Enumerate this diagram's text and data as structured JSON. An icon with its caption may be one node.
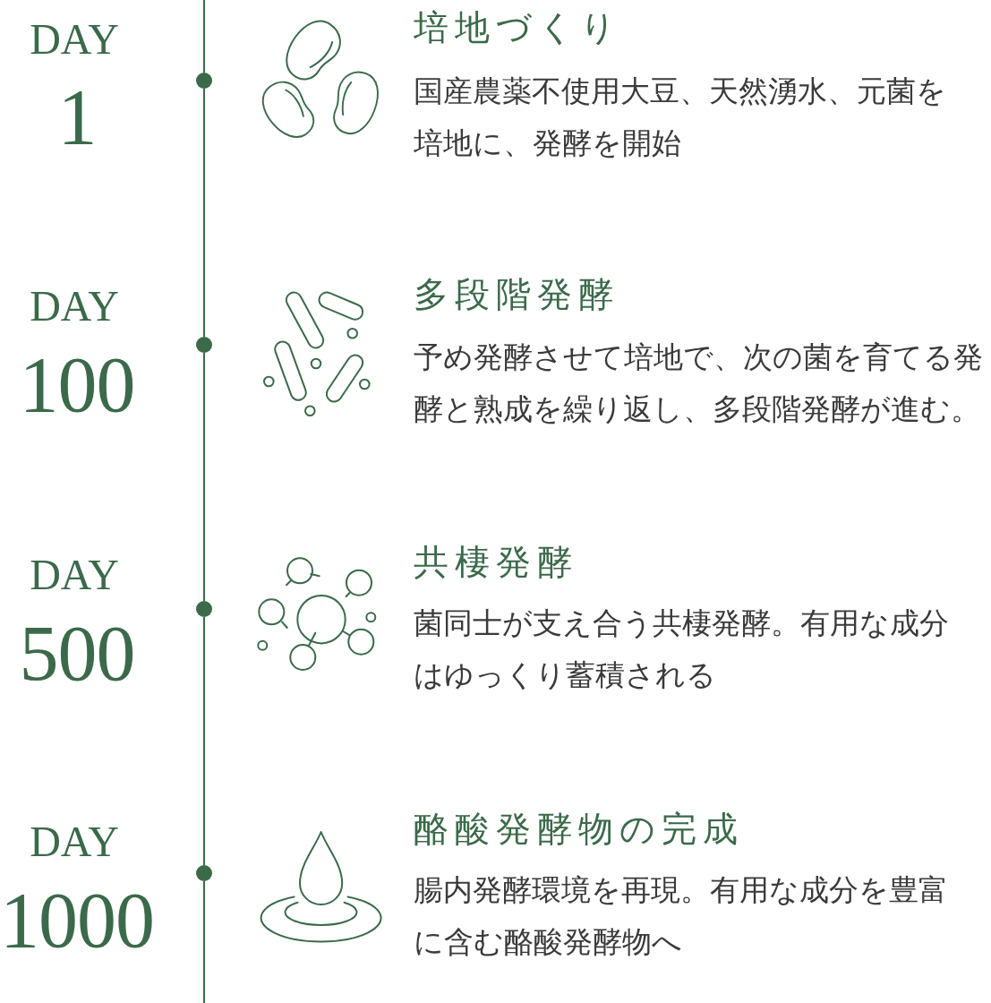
{
  "diagram": {
    "nodes": [
      {
        "text": [],
        "shape": "circle",
        "beside": [
          "DAY",
          "1"
        ]
      },
      {
        "text": [],
        "shape": "circle",
        "beside": [
          "DAY",
          "100"
        ]
      },
      {
        "text": [],
        "shape": "circle",
        "beside": [
          "DAY",
          "500"
        ]
      },
      {
        "text": [],
        "shape": "circle",
        "beside": [
          "DAY",
          "1000"
        ]
      }
    ],
    "edges": [
      {
        "from": null,
        "to": 0,
        "arrow": "none"
      },
      {
        "from": 0,
        "to": 1,
        "arrow": "none"
      },
      {
        "from": 1,
        "to": 2,
        "arrow": "none"
      },
      {
        "from": 2,
        "to": 3,
        "arrow": "none"
      },
      {
        "from": 3,
        "to": null,
        "arrow": "none"
      }
    ],
    "labels": [
      "培地づくり",
      "国産農薬不使用大豆、天然湧水、元菌を培地に、発酵を開始",
      "多段階発酵",
      "予め発酵させて培地で、次の菌を育てる発酵と熟成を繰り返し、多段階発酵が進む。",
      "共棲発酵",
      "菌同士が支え合う共棲発酵。有用な成分はゆっくり蓄積される",
      "酪酸発酵物の完成",
      "腸内発酵環境を再現。有用な成分を豊富に含む酪酸発酵物へ"
    ]
  }
}
